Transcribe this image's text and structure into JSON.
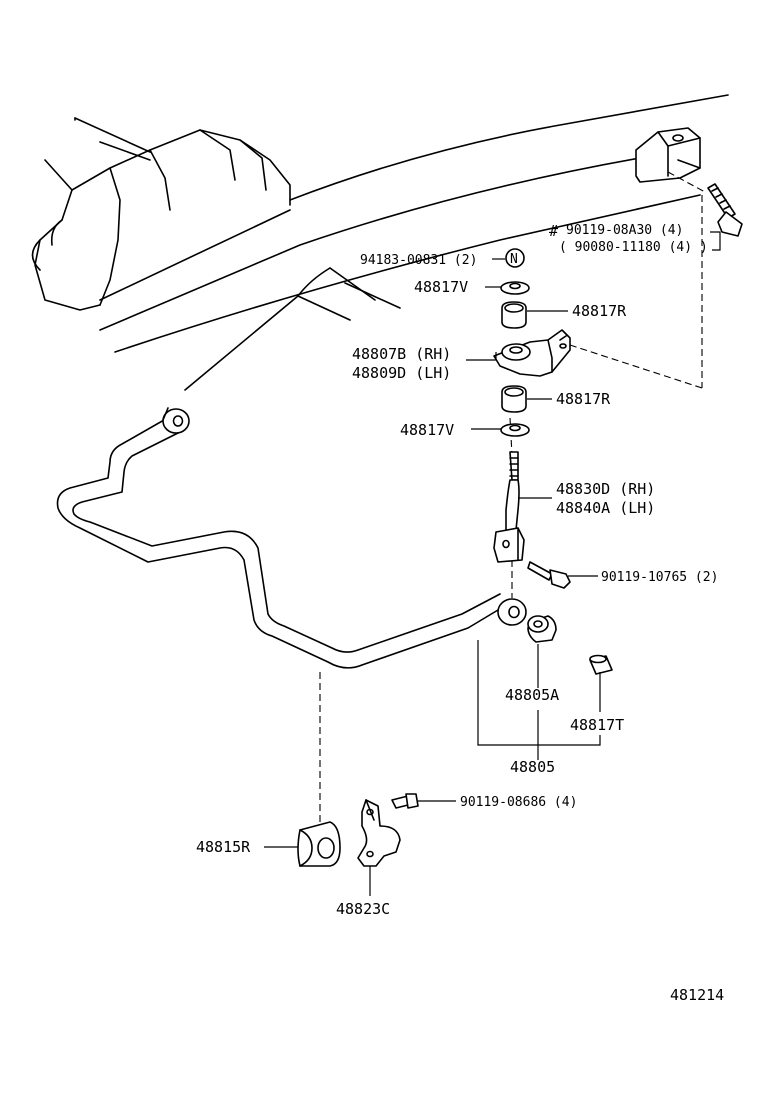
{
  "labels": {
    "bolt_main": "90119-08A30 (4)",
    "bolt_alt": "( 90080-11180 (4) )",
    "hash_mark": "#",
    "nut_top": "94183-00831 (2)",
    "nut_symbol": "N",
    "cushion_upper": "48817V",
    "cushion_upper_r": "48817R",
    "bracket_rh": "48807B (RH)",
    "bracket_lh": "48809D (LH)",
    "cushion_lower_r": "48817R",
    "cushion_lower": "48817V",
    "link_rh": "48830D (RH)",
    "link_lh": "48840A (LH)",
    "bolt_link": "90119-10765 (2)",
    "bushing": "48805A",
    "collar": "48817T",
    "stabilizer": "48805",
    "bolt_bracket": "90119-08686 (4)",
    "bushing_stab": "48815R",
    "bracket_stab": "48823C",
    "diagram_id": "481214"
  }
}
